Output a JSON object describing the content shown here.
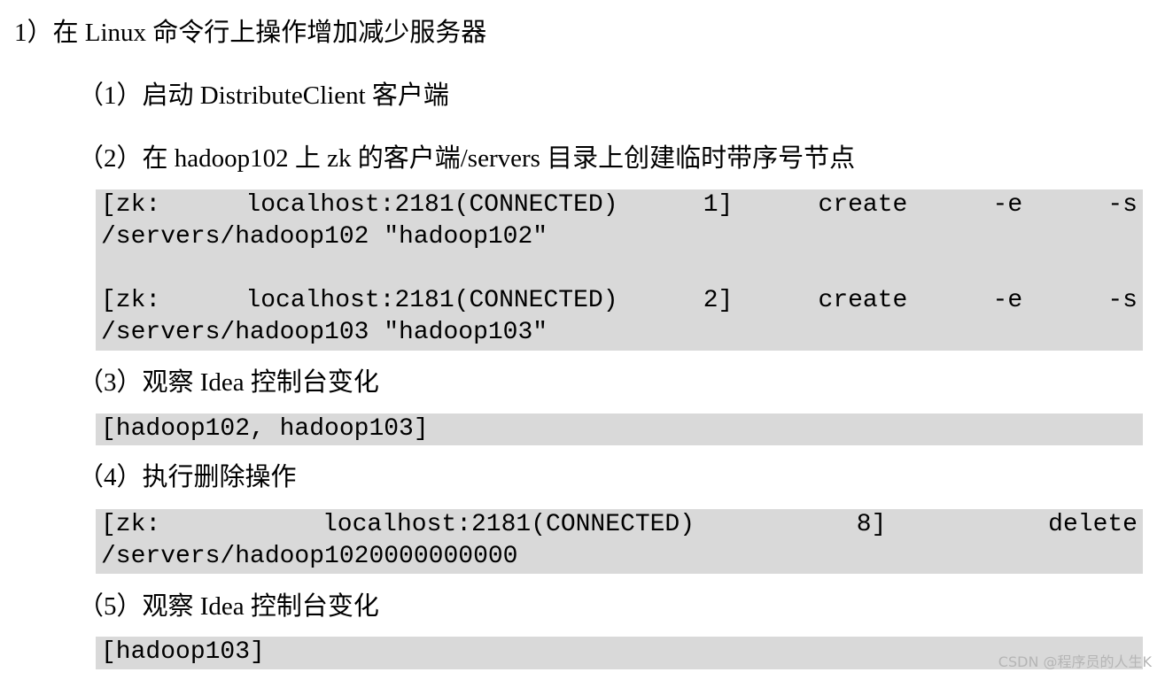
{
  "heading": "1）在 Linux 命令行上操作增加减少服务器",
  "steps": [
    {
      "label": "（1）启动 DistributeClient 客户端"
    },
    {
      "label": "（2）在 hadoop102 上 zk 的客户端/servers 目录上创建临时带序号节点"
    },
    {
      "label": "（3）观察 Idea 控制台变化"
    },
    {
      "label": "（4）执行删除操作"
    },
    {
      "label": "（5）观察 Idea 控制台变化"
    }
  ],
  "code_create": {
    "line1_tokens": [
      "[zk:",
      "localhost:2181(CONNECTED)",
      "1]",
      "create",
      "-e",
      "-s"
    ],
    "line2": "/servers/hadoop102 \"hadoop102\"",
    "line3_tokens": [
      "[zk:",
      "localhost:2181(CONNECTED)",
      "2]",
      "create",
      "-e",
      "-s"
    ],
    "line4": "/servers/hadoop103 \"hadoop103\""
  },
  "output_1": "[hadoop102, hadoop103]",
  "code_delete": {
    "line1_tokens": [
      "[zk:",
      "localhost:2181(CONNECTED)",
      "8]",
      "delete"
    ],
    "line2": "/servers/hadoop1020000000000"
  },
  "output_2": "[hadoop103]",
  "watermark": "CSDN @程序员的人生K",
  "colors": {
    "code_background": "#d9d9d9",
    "text": "#000000",
    "watermark": "#b5b5b5"
  }
}
